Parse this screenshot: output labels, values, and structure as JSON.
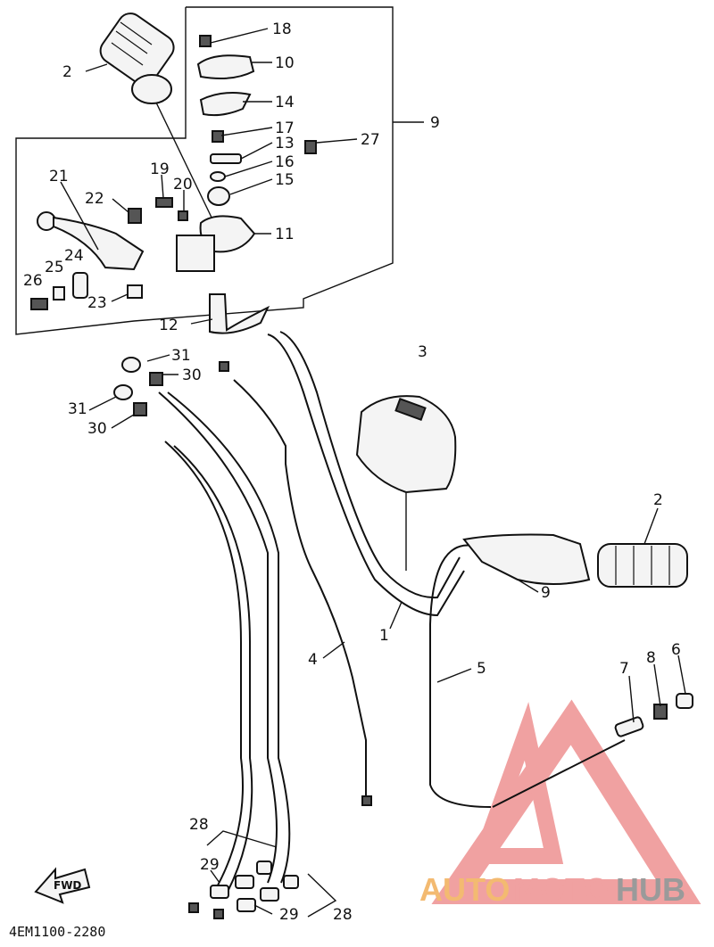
{
  "diagram_code": "4EM1100-2280",
  "fwd_label": "FWD",
  "watermark": {
    "auto": "AUTO",
    "moto": "MOTO",
    "hub": "HUB"
  },
  "callouts": {
    "c18": "18",
    "c10": "10",
    "c14": "14",
    "c2a": "2",
    "c17": "17",
    "c13": "13",
    "c16": "16",
    "c15": "15",
    "c27": "27",
    "c9": "9",
    "c21": "21",
    "c22": "22",
    "c19": "19",
    "c20": "20",
    "c11": "11",
    "c24": "24",
    "c25": "25",
    "c26": "26",
    "c23": "23",
    "c12": "12",
    "c31a": "31",
    "c30a": "30",
    "c31b": "31",
    "c30b": "30",
    "c3": "3",
    "c2b": "2",
    "c4": "4",
    "c1": "1",
    "c5": "5",
    "c7": "7",
    "c8": "8",
    "c6": "6",
    "c9b": "9",
    "c28a": "28",
    "c29a": "29",
    "c29b": "29",
    "c28b": "28"
  },
  "colors": {
    "watermark_red": "#f0a1a1",
    "watermark_orange": "#f3ba71",
    "watermark_gray": "#9a9a9a"
  }
}
